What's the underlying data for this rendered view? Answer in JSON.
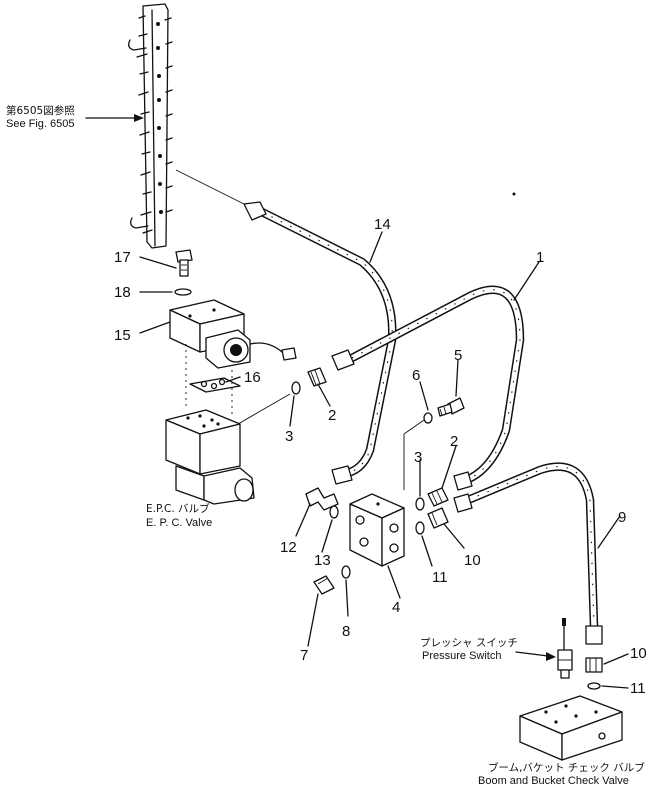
{
  "callouts": {
    "c1": "1",
    "c2a": "2",
    "c2b": "2",
    "c3a": "3",
    "c3b": "3",
    "c4": "4",
    "c5": "5",
    "c6": "6",
    "c7": "7",
    "c8": "8",
    "c9": "9",
    "c10a": "10",
    "c10b": "10",
    "c11a": "11",
    "c11b": "11",
    "c12": "12",
    "c13": "13",
    "c14": "14",
    "c15": "15",
    "c16": "16",
    "c17": "17",
    "c18": "18"
  },
  "labels": {
    "fig_ref_jp": "第6505図参照",
    "fig_ref_en": "See Fig. 6505",
    "epc_jp": "E.P.C. バルブ",
    "epc_en": "E. P. C. Valve",
    "pressure_jp": "プレッシャ スイッチ",
    "pressure_en": "Pressure Switch",
    "check_jp": "ブーム,バケット チェック バルブ",
    "check_en": "Boom and Bucket Check Valve"
  }
}
